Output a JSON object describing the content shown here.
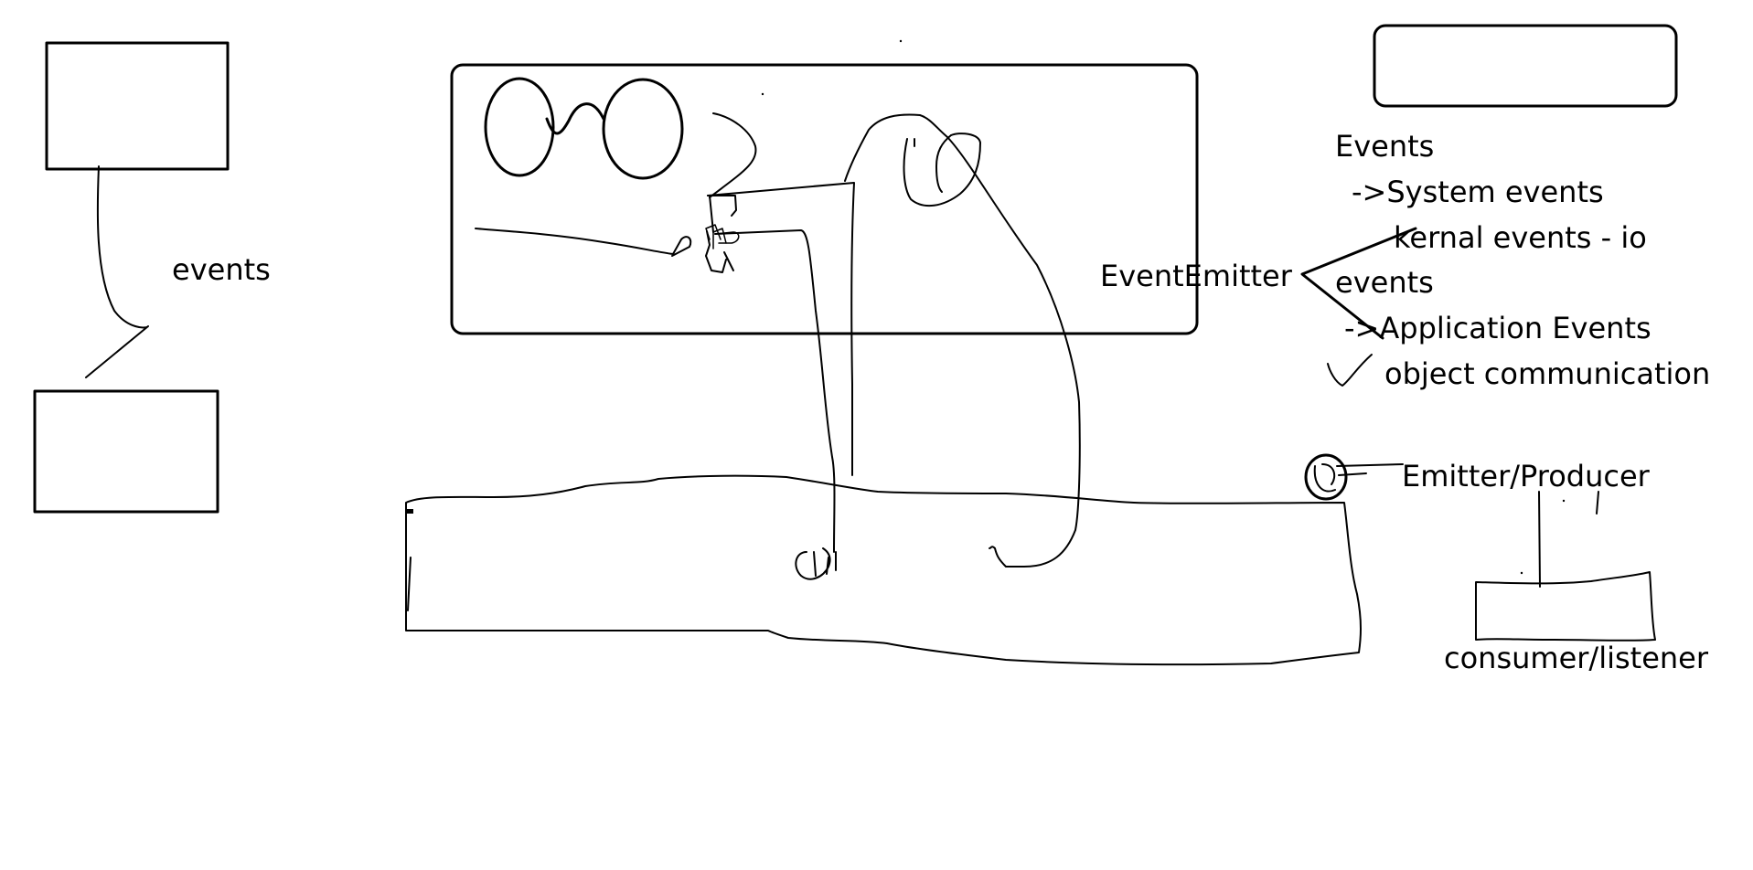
{
  "canvas": {
    "background": "#ffffff",
    "ink_color": "#000000"
  },
  "labels": {
    "events_left": "events",
    "event_emitter": "EventEmitter",
    "events_heading": "Events",
    "system_events": "->System events",
    "kernal_events": "kernal events -  io",
    "events_continued": "events",
    "application_events": "->Application Events",
    "object_communication": "object communication",
    "emitter_producer": "Emitter/Producer",
    "consumer_listener": "consumer/listener"
  }
}
